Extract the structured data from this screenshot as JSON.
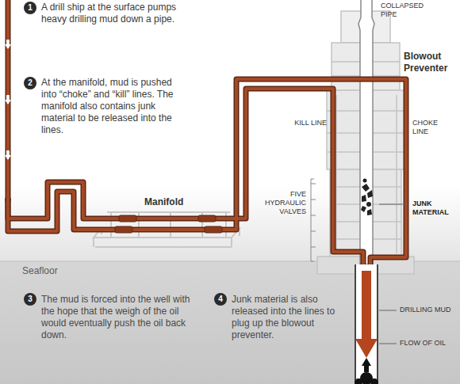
{
  "diagram": {
    "labels": [
      "1",
      "A drill ship at the surface pumps heavy drilling mud down a pipe.",
      "2",
      "At the manifold, mud is pushed into “choke” and “kill” lines. The manifold also contains junk material to be released into the lines.",
      "COLLAPSED PIPE",
      "Blowout Preventer",
      "KILL LINE",
      "CHOKE LINE",
      "Manifold",
      "FIVE HYDRAULIC VALVES",
      "JUNK MATERIAL",
      "Seafloor",
      "3",
      "The mud is forced into the well with the hope that the weigh of the oil would eventually push the oil back down.",
      "4",
      "Junk material is also released into the lines to plug up the blowout preventer.",
      "DRILLING MUD",
      "FLOW OF OIL"
    ]
  }
}
